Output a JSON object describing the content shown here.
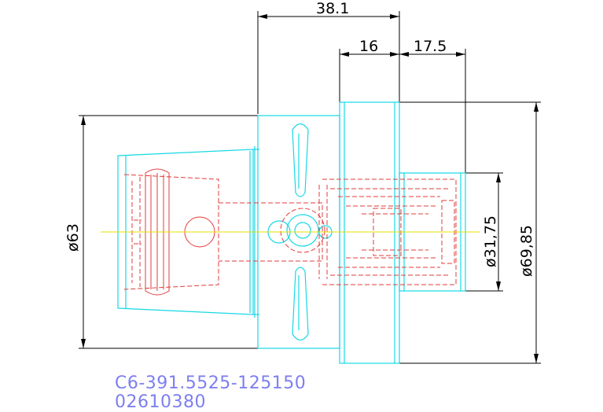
{
  "dimensions": {
    "overall_length": "38.1",
    "flange_width": "16",
    "shank_length": "17.5",
    "body_diameter": "ø63",
    "pilot_diameter": "ø31,75",
    "flange_diameter": "ø69,85"
  },
  "part_number": "C6-391.5525-125150",
  "item_code": "02610380",
  "colors": {
    "outline": "#17d8e6",
    "hidden_lines": "#e33b3b",
    "centerline": "#e6e200",
    "dimensions": "#000000",
    "label": "#7d7ff0"
  }
}
